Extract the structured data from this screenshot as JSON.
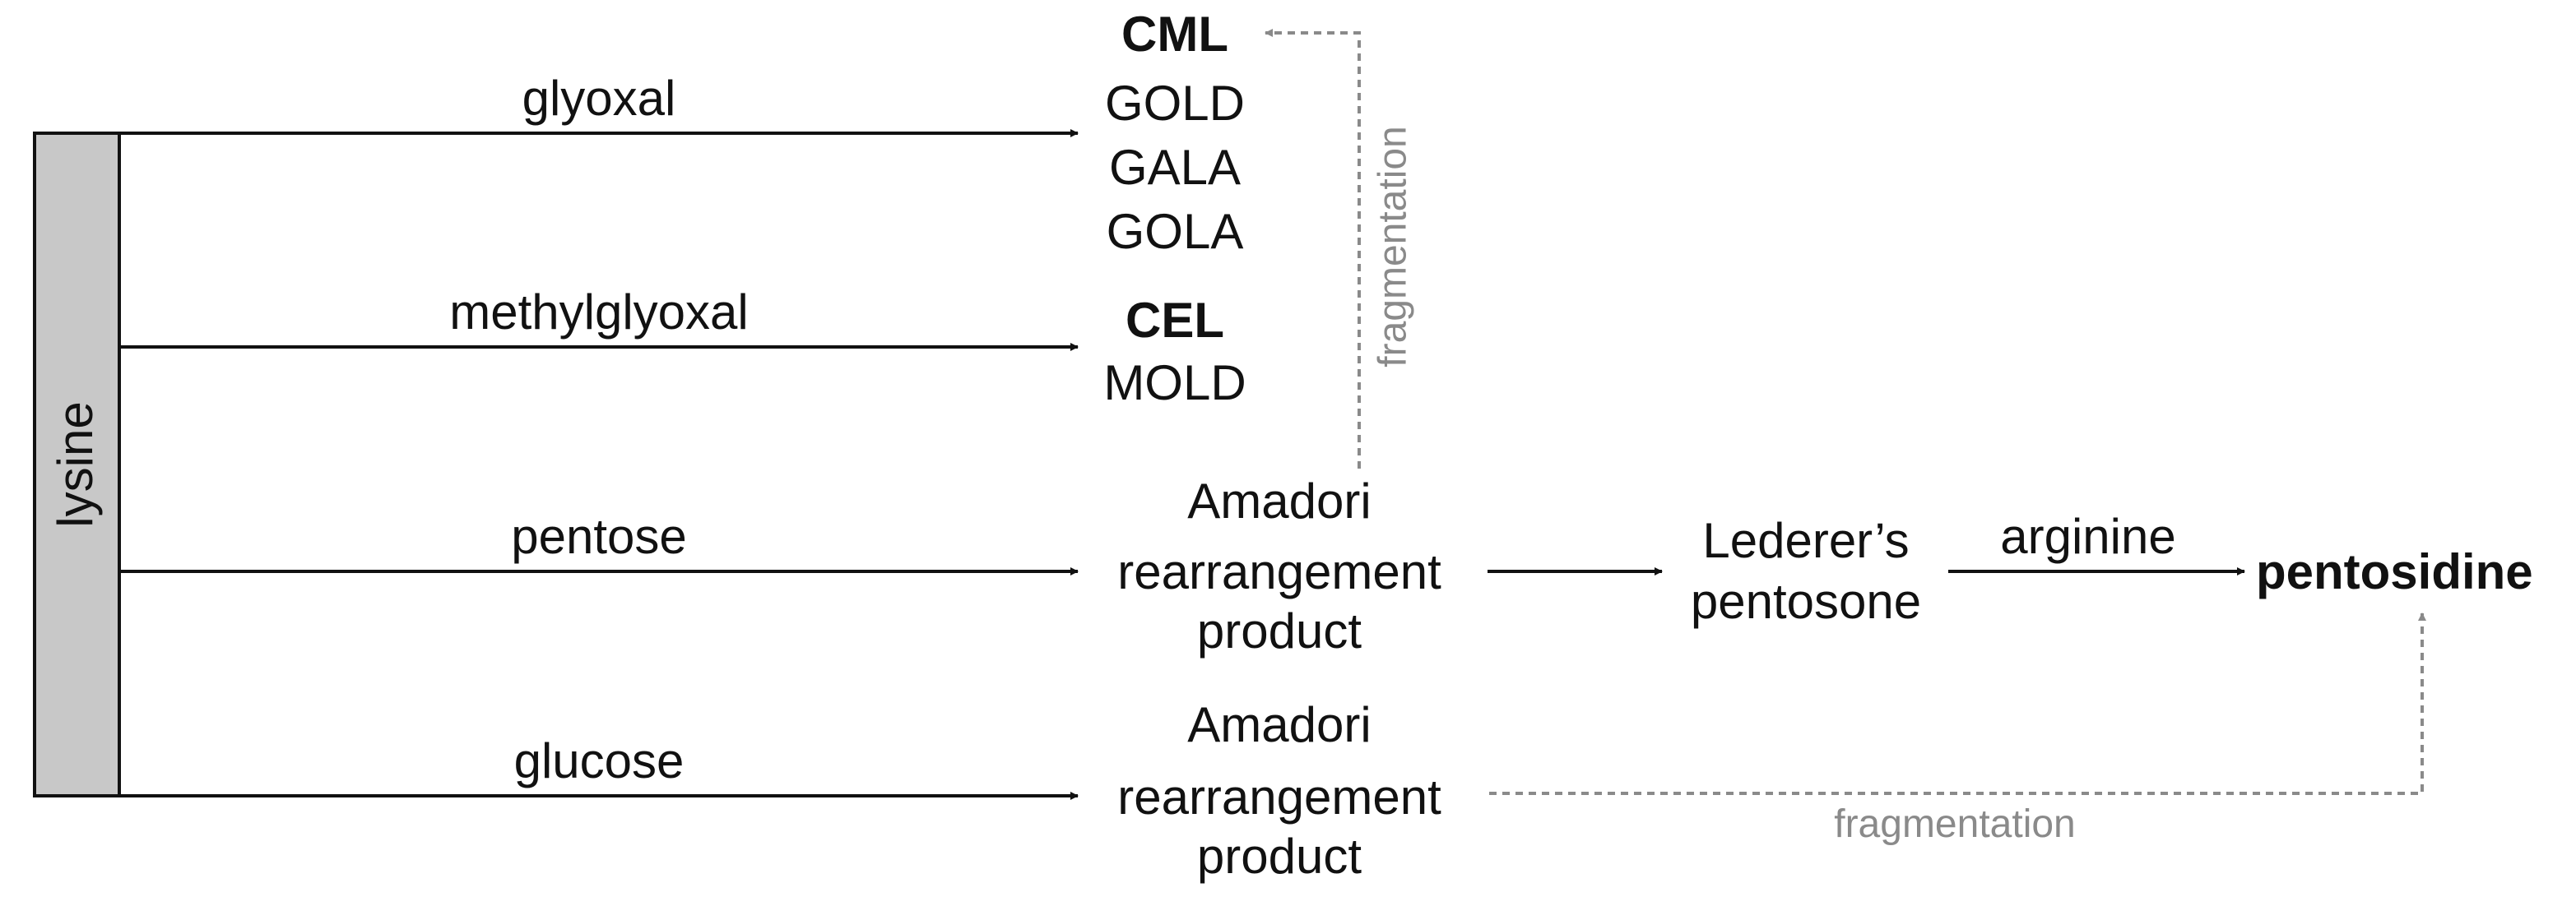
{
  "lysine_label": "lysine",
  "reactants": {
    "glyoxal": "glyoxal",
    "methylglyoxal": "methylglyoxal",
    "pentose": "pentose",
    "glucose": "glucose",
    "arginine": "arginine"
  },
  "glyoxal_products": {
    "cml": "CML",
    "gold": "GOLD",
    "gala": "GALA",
    "gola": "GOLA"
  },
  "methylglyoxal_products": {
    "cel": "CEL",
    "mold": "MOLD"
  },
  "amadori_pentose": {
    "line1": "Amadori",
    "line2": "rearrangement",
    "line3": "product"
  },
  "amadori_glucose": {
    "line1": "Amadori",
    "line2": "rearrangement",
    "line3": "product"
  },
  "lederer": {
    "line1": "Lederer’s",
    "line2": "pentosone"
  },
  "pentosidine": "pentosidine",
  "fragmentation_vertical": "fragmentation",
  "fragmentation_horizontal": "fragmentation",
  "colors": {
    "bar_fill": "#c8c8c8",
    "solid_arrow": "#111111",
    "dashed_arrow": "#8a8a8a"
  }
}
